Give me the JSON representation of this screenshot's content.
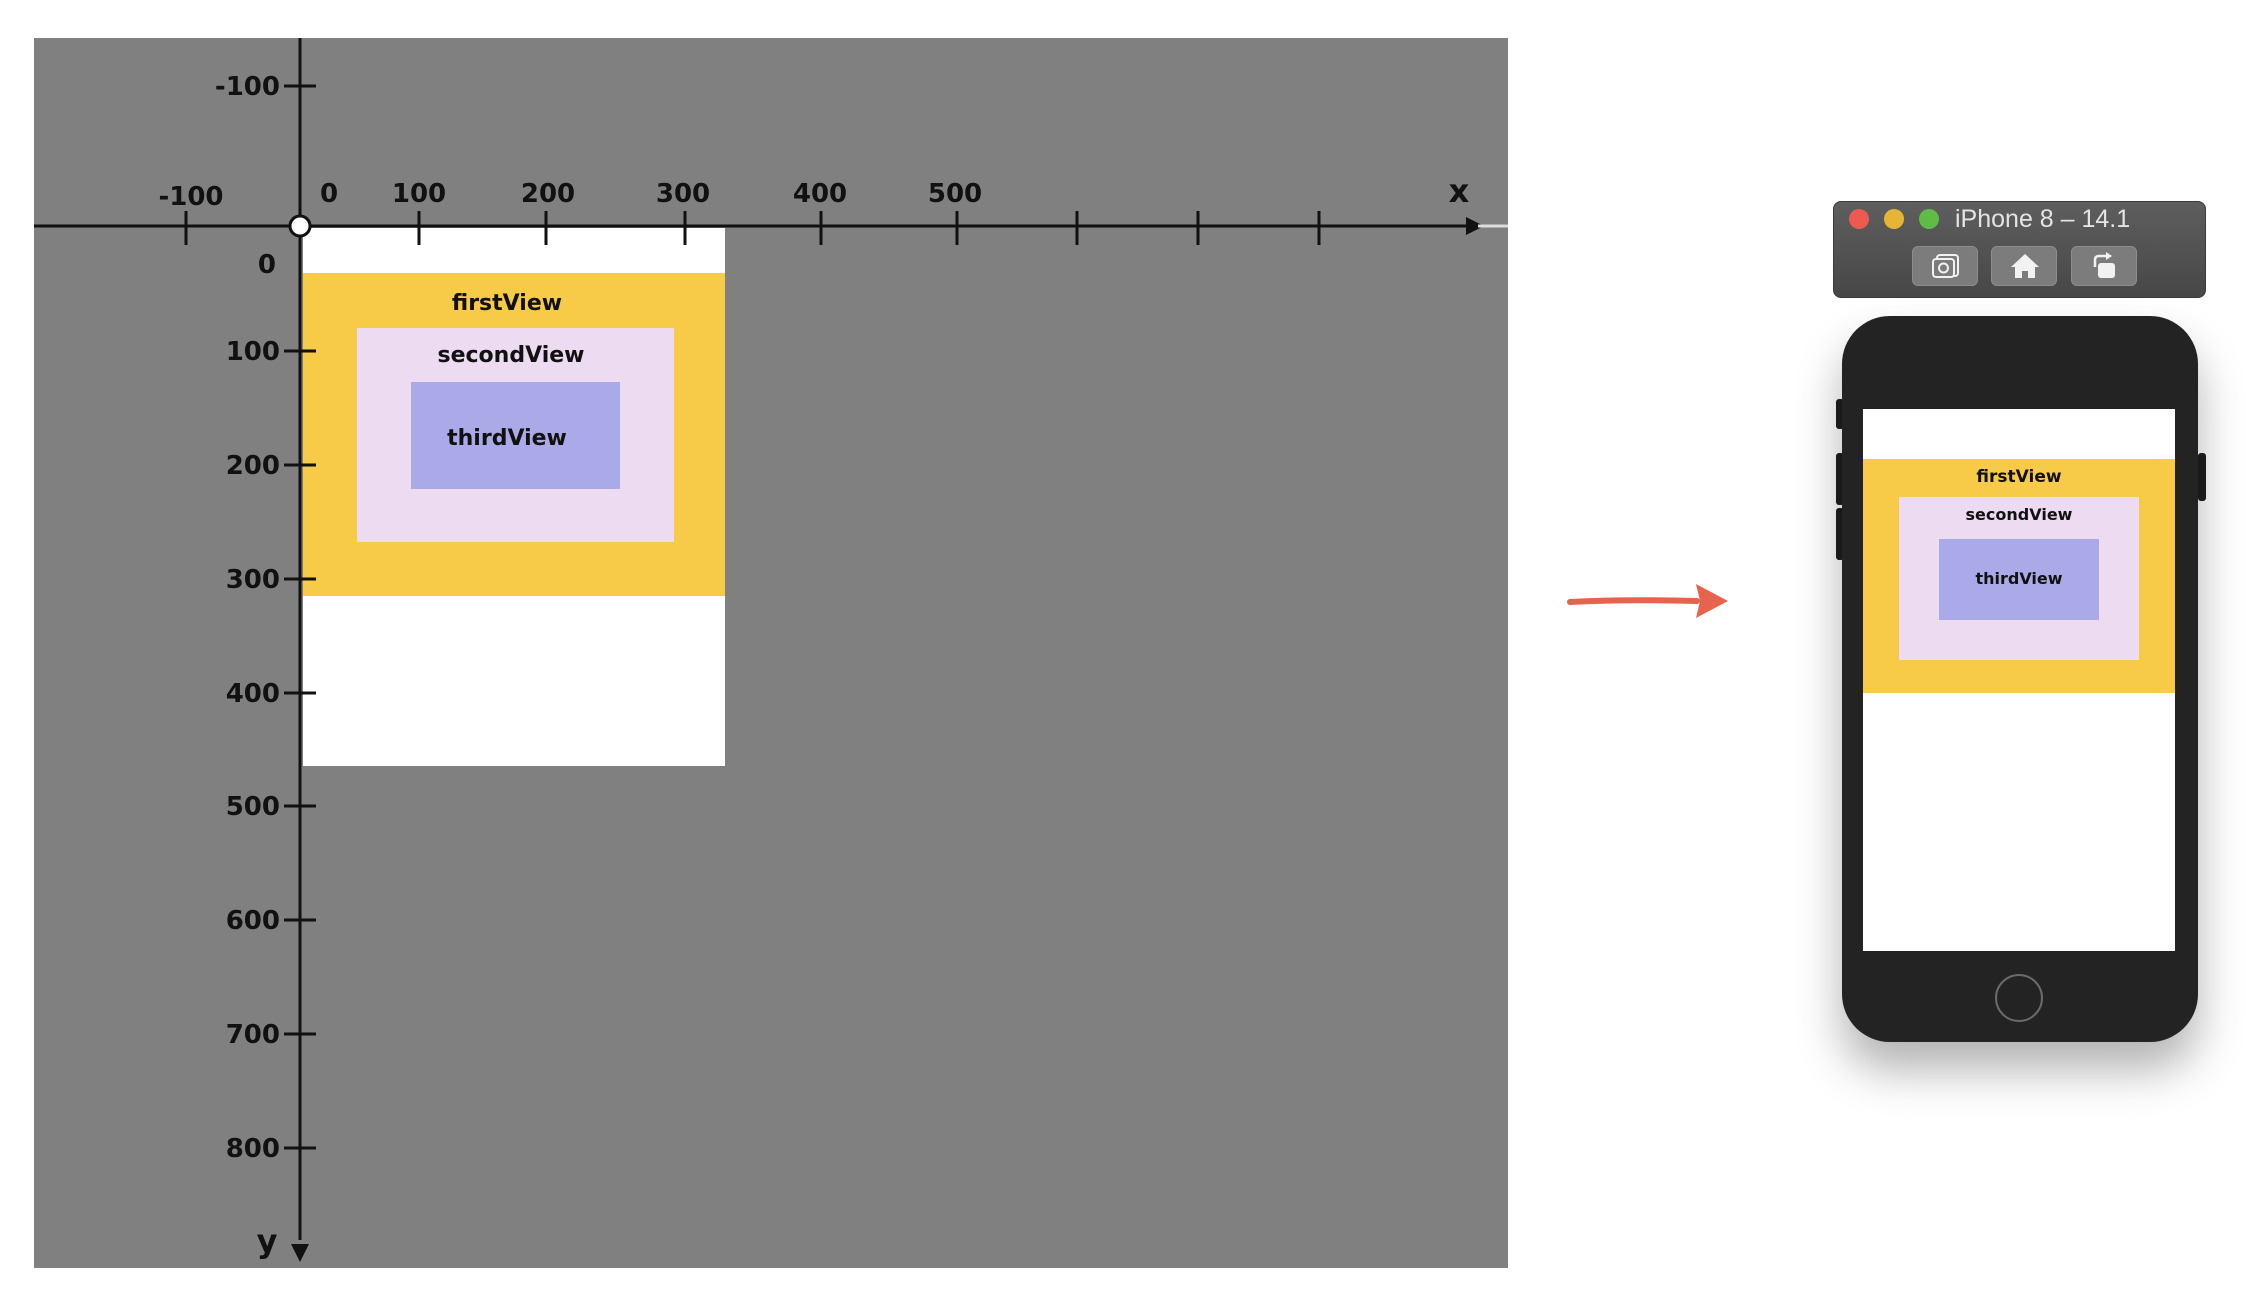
{
  "diagram": {
    "x_axis_name": "x",
    "y_axis_name": "y",
    "x_ticks": [
      "-100",
      "0",
      "100",
      "200",
      "300",
      "400",
      "500"
    ],
    "y_ticks_top": [
      "-100"
    ],
    "y_ticks": [
      "0",
      "100",
      "200",
      "300",
      "400",
      "500",
      "600",
      "700",
      "800"
    ],
    "views": {
      "first": {
        "label": "firstView",
        "color": "#f7cb48"
      },
      "second": {
        "label": "secondView",
        "color": "#ecdbf1"
      },
      "third": {
        "label": "thirdView",
        "color": "#abaae8"
      }
    },
    "canvas_color": "#808080",
    "screen_color": "#ffffff"
  },
  "arrow": {
    "color": "#e8634e"
  },
  "simulator": {
    "title": "iPhone 8 – 14.1",
    "toolbar": [
      {
        "name": "screenshot",
        "icon": "camera-icon"
      },
      {
        "name": "home",
        "icon": "home-icon"
      },
      {
        "name": "rotate",
        "icon": "rotate-icon"
      }
    ],
    "screen": {
      "first_label": "firstView",
      "second_label": "secondView",
      "third_label": "thirdView"
    }
  }
}
